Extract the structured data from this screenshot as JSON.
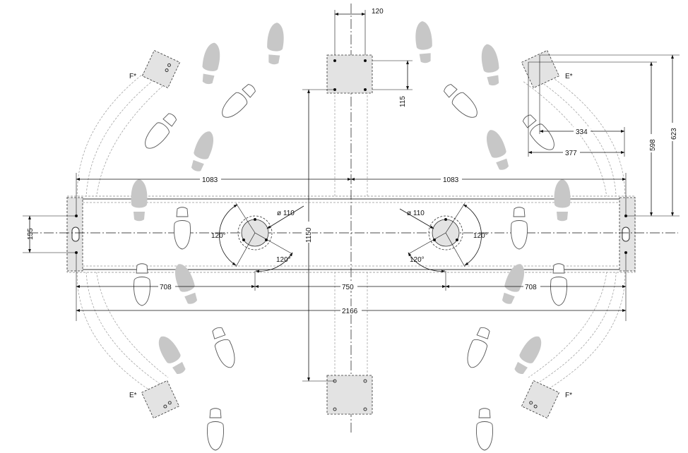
{
  "dimensions": {
    "top_width": "120",
    "top_height": "115",
    "left_half": "1083",
    "right_half": "1083",
    "left_segment": "708",
    "middle_segment": "750",
    "right_segment": "708",
    "overall_length": "2166",
    "center_height": "1150",
    "end_height": "155",
    "right_h1": "334",
    "right_h2": "377",
    "right_v1": "598",
    "right_v2": "623",
    "diameter_left": "ø 110",
    "diameter_right": "ø 110",
    "angle_1": "120°",
    "angle_2": "120°",
    "angle_3": "120°",
    "angle_4": "120°"
  },
  "markers": {
    "f_top_left": "F*",
    "e_top_right": "E*",
    "e_bottom_left": "E*",
    "f_bottom_right": "F*"
  }
}
